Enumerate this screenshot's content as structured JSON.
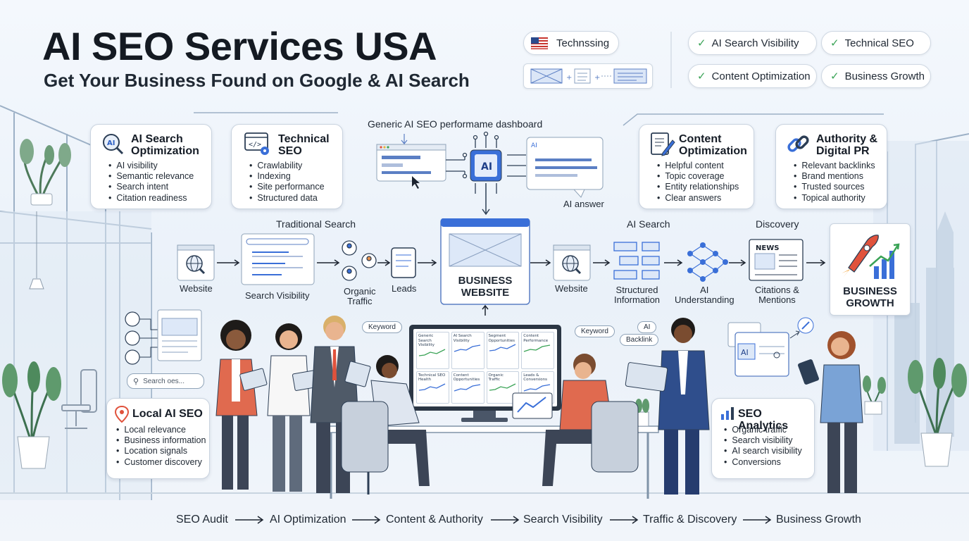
{
  "header": {
    "title": "AI SEO Services USA",
    "subtitle": "Get Your Business Found on Google & AI Search"
  },
  "top_pills": {
    "flag_label": "Technssing",
    "checks": [
      "AI Search Visibility",
      "Technical SEO",
      "Content Optimization",
      "Business Growth"
    ]
  },
  "dashboard_label": "Generic AI SEO performame dashboard",
  "cards": {
    "ai_search": {
      "title": [
        "AI Search",
        "Optimization"
      ],
      "items": [
        "AI visibility",
        "Semantic relevance",
        "Search intent",
        "Citation readiness"
      ]
    },
    "technical": {
      "title": [
        "Technical",
        "SEO"
      ],
      "items": [
        "Crawlability",
        "Indexing",
        "Site performance",
        "Structured data"
      ]
    },
    "content": {
      "title": [
        "Content",
        "Optimization"
      ],
      "items": [
        "Helpful content",
        "Topic coverage",
        "Entity relationships",
        "Clear answers"
      ]
    },
    "authority": {
      "title": [
        "Authority &",
        "Digital PR"
      ],
      "items": [
        "Relevant backlinks",
        "Brand mentions",
        "Trusted sources",
        "Topical authority"
      ]
    },
    "local": {
      "title": [
        "Local AI SEO"
      ],
      "items": [
        "Local relevance",
        "Business information",
        "Location signals",
        "Customer discovery"
      ]
    },
    "analytics": {
      "title": [
        "SEO Analytics"
      ],
      "items": [
        "Organic traffic",
        "Search visibility",
        "AI search visibility",
        "Conversions"
      ]
    }
  },
  "flow": {
    "traditional_search": "Traditional Search",
    "ai_search": "AI Search",
    "discovery": "Discovery",
    "website_left": "Website",
    "search_visibility": "Search Visibility",
    "organic_traffic": [
      "Organic",
      "Traffic"
    ],
    "leads": "Leads",
    "business_website": [
      "BUSINESS",
      "WEBSITE"
    ],
    "website_right": "Website",
    "structured_information": [
      "Structured",
      "Information"
    ],
    "ai_understanding": [
      "AI",
      "Understanding"
    ],
    "citations_mentions": [
      "Citations &",
      "Mentions"
    ],
    "business_growth": [
      "BUSINESS",
      "GROWTH"
    ],
    "ai_answer": "AI answer",
    "news_label": "NEWS",
    "ai_chip": "AI",
    "ai_small": "AI"
  },
  "scene": {
    "search_placeholder": "Search oes...",
    "bubbles": [
      "Keyword",
      "Keyword",
      "AI",
      "Backlink"
    ],
    "monitor_tiles": [
      [
        "Generic Search",
        "Visibility"
      ],
      [
        "AI Search",
        "Visibility"
      ],
      [
        "Segment",
        "Opportunities"
      ],
      [
        "Content",
        "Performance"
      ],
      [
        "Technical SEO",
        "Health"
      ],
      [
        "Content",
        "Opportunities"
      ],
      [
        "Organic",
        "Traffic"
      ],
      [
        "Leads &",
        "Conversions"
      ]
    ]
  },
  "bottom_flow": [
    "SEO Audit",
    "AI Optimization",
    "Content & Authority",
    "Search Visibility",
    "Traffic & Discovery",
    "Business Growth"
  ],
  "colors": {
    "accent": "#3a6fd8",
    "check": "#3aa356",
    "growth_red": "#e0523c",
    "card_border": "#c9d3df"
  }
}
